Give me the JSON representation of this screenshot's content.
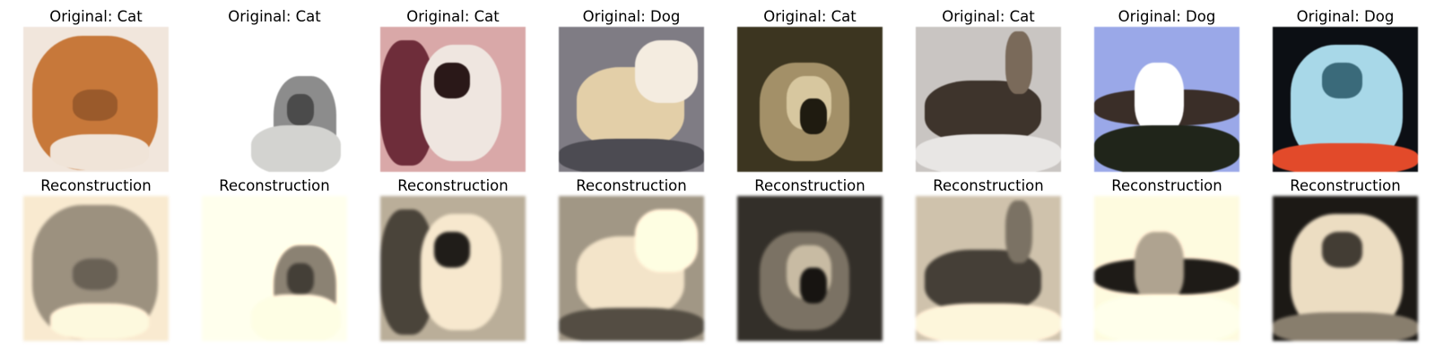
{
  "panels": [
    {
      "original_title": "Original: Cat",
      "recon_title": "Reconstruction",
      "orig": {
        "bg": "#f1e6dc",
        "c1": "#c7783a",
        "c2": "#f0e4d8",
        "c3": "#9a5a2b"
      },
      "recon": {
        "bg": "#d8d2c8",
        "c1": "#8a8178",
        "c2": "#e6e0d8",
        "c3": "#5e5650"
      }
    },
    {
      "original_title": "Original: Cat",
      "recon_title": "Reconstruction",
      "orig": {
        "bg": "#ffffff",
        "c1": "#8c8c8c",
        "c2": "#d3d3d0",
        "c3": "#4b4b4b"
      },
      "recon": {
        "bg": "#f3f2ef",
        "c1": "#7a746e",
        "c2": "#e8e6e2",
        "c3": "#3c3834"
      }
    },
    {
      "original_title": "Original: Cat",
      "recon_title": "Reconstruction",
      "orig": {
        "bg": "#d9a8a8",
        "c1": "#6e2d3a",
        "c2": "#efe6e0",
        "c3": "#2a1818"
      },
      "recon": {
        "bg": "#a39c90",
        "c1": "#443c34",
        "c2": "#d6d0c6",
        "c3": "#1e1a16"
      }
    },
    {
      "original_title": "Original: Dog",
      "recon_title": "Reconstruction",
      "orig": {
        "bg": "#7f7c84",
        "c1": "#e3cfa8",
        "c2": "#f4ece0",
        "c3": "#4c4b52"
      },
      "recon": {
        "bg": "#8d877e",
        "c1": "#d4ccbf",
        "c2": "#ebe5dc",
        "c3": "#4b453e"
      }
    },
    {
      "original_title": "Original: Cat",
      "recon_title": "Reconstruction",
      "orig": {
        "bg": "#3c3520",
        "c1": "#a39068",
        "c2": "#d7c79f",
        "c3": "#1f1b10"
      },
      "recon": {
        "bg": "#2e2a26",
        "c1": "#6e665c",
        "c2": "#b0a898",
        "c3": "#15120f"
      }
    },
    {
      "original_title": "Original: Cat",
      "recon_title": "Reconstruction",
      "orig": {
        "bg": "#c9c5c2",
        "c1": "#3e342c",
        "c2": "#e8e6e4",
        "c3": "#7a6a5a"
      },
      "recon": {
        "bg": "#b4aea6",
        "c1": "#3e3832",
        "c2": "#e2ddd6",
        "c3": "#6e665c"
      }
    },
    {
      "original_title": "Original: Dog",
      "recon_title": "Reconstruction",
      "orig": {
        "bg": "#9aa8e8",
        "c1": "#ffffff",
        "c2": "#3a2e28",
        "c3": "#20251a"
      },
      "recon": {
        "bg": "#e6e2da",
        "c1": "#9a9288",
        "c2": "#1c1814",
        "c3": "#f4f0ea"
      }
    },
    {
      "original_title": "Original: Dog",
      "recon_title": "Reconstruction",
      "orig": {
        "bg": "#0c0f14",
        "c1": "#a8d8e8",
        "c2": "#e24a2a",
        "c3": "#3a6a7a"
      },
      "recon": {
        "bg": "#1a1612",
        "c1": "#cfc6b8",
        "c2": "#7a7064",
        "c3": "#3e362e"
      }
    }
  ]
}
